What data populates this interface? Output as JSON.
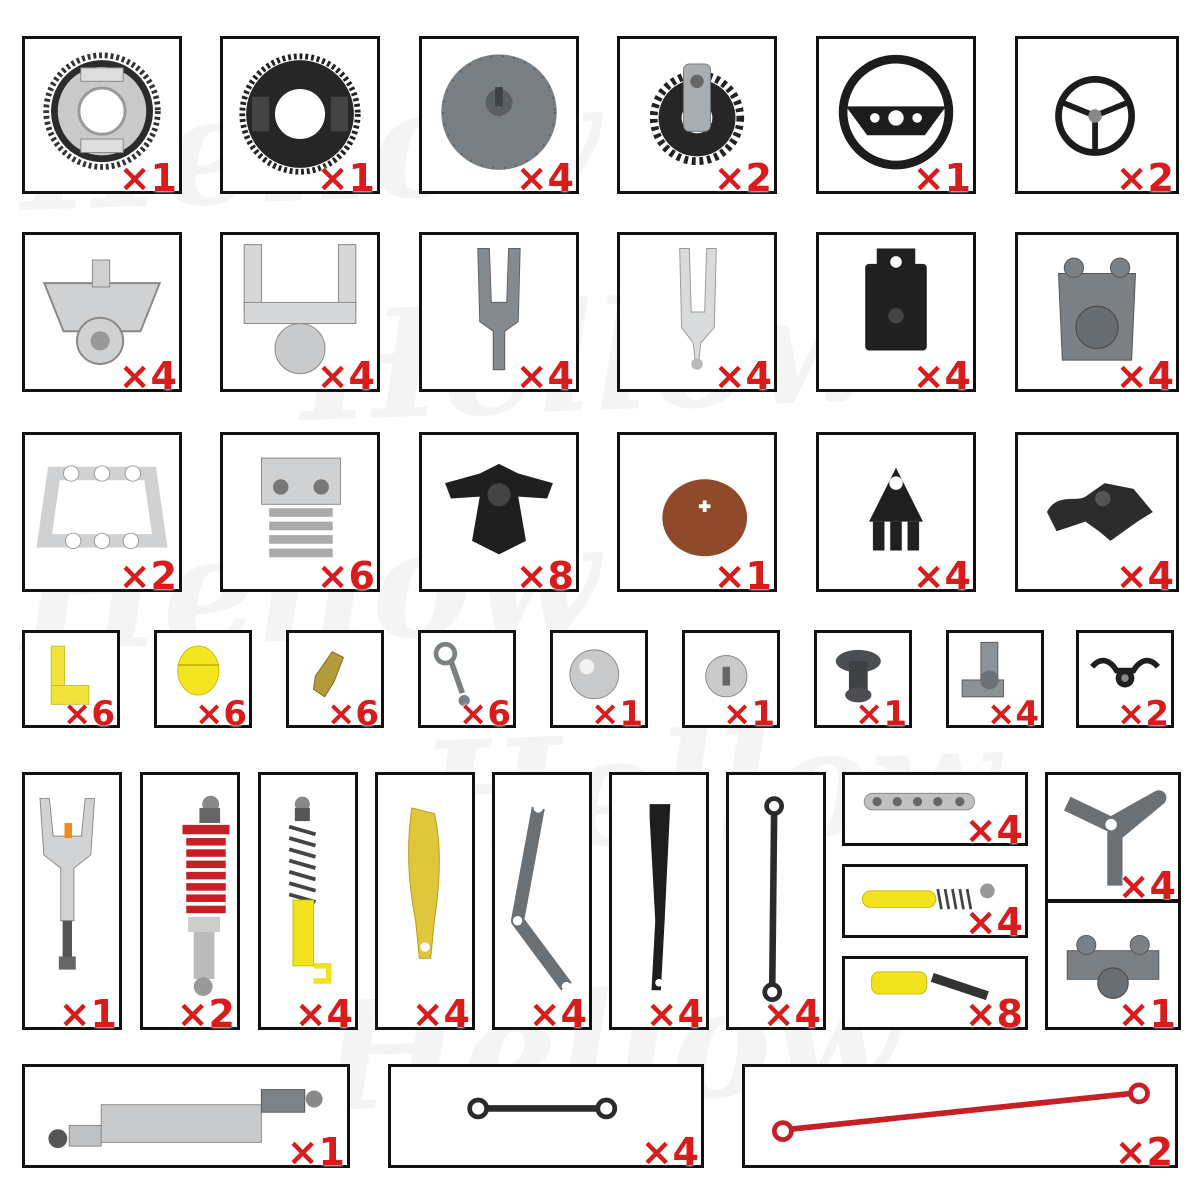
{
  "watermark": "Hellow",
  "parts": [
    {
      "id": "gear-60t-light-gray",
      "qty": "×1"
    },
    {
      "id": "turntable-gear-black",
      "qty": "×1"
    },
    {
      "id": "disc-gray",
      "qty": "×4"
    },
    {
      "id": "gear-28t-black",
      "qty": "×2"
    },
    {
      "id": "steering-wheel-large-black",
      "qty": "×1"
    },
    {
      "id": "steering-wheel-small-black",
      "qty": "×2"
    },
    {
      "id": "steering-hub-frame-light-gray",
      "qty": "×4"
    },
    {
      "id": "suspension-arm-ball-light-gray",
      "qty": "×4"
    },
    {
      "id": "fork-arm-dark-gray",
      "qty": "×4"
    },
    {
      "id": "fork-arm-light-gray",
      "qty": "×4"
    },
    {
      "id": "block-connector-black",
      "qty": "×4"
    },
    {
      "id": "hub-bracket-dark-gray",
      "qty": "×4"
    },
    {
      "id": "liftarm-triangle-light-gray",
      "qty": "×2"
    },
    {
      "id": "engine-block-light-gray",
      "qty": "×6"
    },
    {
      "id": "steering-knuckle-black",
      "qty": "×8"
    },
    {
      "id": "round-plate-brown",
      "qty": "×1"
    },
    {
      "id": "triangle-pin-black",
      "qty": "×4"
    },
    {
      "id": "pivot-arm-black",
      "qty": "×4"
    },
    {
      "id": "l-pin-yellow",
      "qty": "×6"
    },
    {
      "id": "piston-yellow",
      "qty": "×6"
    },
    {
      "id": "crank-gold",
      "qty": "×6"
    },
    {
      "id": "link-rod-gray",
      "qty": "×6"
    },
    {
      "id": "ball-chrome",
      "qty": "×1"
    },
    {
      "id": "bush-light-gray",
      "qty": "×1"
    },
    {
      "id": "spool-dark-gray",
      "qty": "×1"
    },
    {
      "id": "u-joint-gray",
      "qty": "×4"
    },
    {
      "id": "bracket-black",
      "qty": "×2"
    },
    {
      "id": "steering-column-light-gray",
      "qty": "×1"
    },
    {
      "id": "shock-absorber-red",
      "qty": "×2"
    },
    {
      "id": "shock-absorber-yellow",
      "qty": "×4"
    },
    {
      "id": "blade-gold",
      "qty": "×4"
    },
    {
      "id": "bent-liftarm-dark-gray",
      "qty": "×4"
    },
    {
      "id": "bent-liftarm-black",
      "qty": "×4"
    },
    {
      "id": "link-black",
      "qty": "×4"
    },
    {
      "id": "liftarm-thin-light-gray",
      "qty": "×4"
    },
    {
      "id": "shock-horizontal-yellow",
      "qty": "×4"
    },
    {
      "id": "connector-yellow-black",
      "qty": "×8"
    },
    {
      "id": "y-liftarm-dark-gray",
      "qty": "×4"
    },
    {
      "id": "steering-arm-dark-gray",
      "qty": "×1"
    },
    {
      "id": "linear-actuator-light-gray",
      "qty": "×1"
    },
    {
      "id": "link-dark-gray",
      "qty": "×4"
    },
    {
      "id": "axle-link-red",
      "qty": "×2"
    }
  ]
}
